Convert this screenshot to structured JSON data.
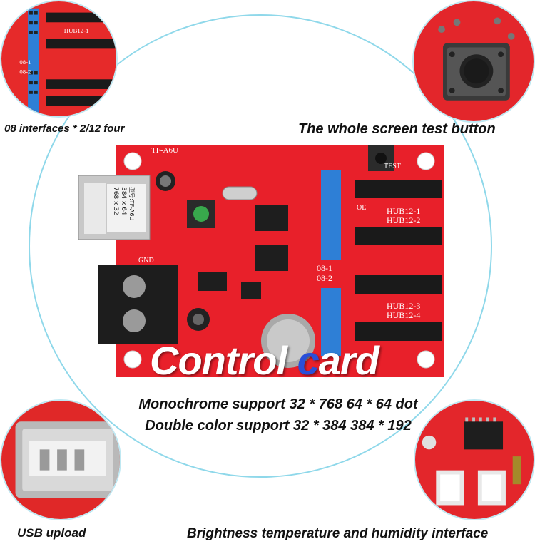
{
  "captions": {
    "top_left": "08 interfaces * 2/12 four",
    "top_right": "The whole screen test button",
    "bottom_left": "USB  upload",
    "bottom_right": "Brightness temperature and humidity interface"
  },
  "title": {
    "part1": "Control ",
    "part2": "c",
    "part3": "ard"
  },
  "specs": [
    "Monochrome support 32 * 768 64 * 64 dot",
    "Double color support 32 * 384 384 * 192"
  ],
  "board_labels": {
    "model": "TF-A6U",
    "sticker_line1": "768 x 32",
    "sticker_line2": "384 x 64",
    "sticker_line3": "型号:TF-A6U",
    "hub1": "HUB12-1",
    "hub2": "HUB12-2",
    "hub3": "HUB12-3",
    "hub4": "HUB12-4",
    "p08_1": "08-1",
    "p08_2": "08-2",
    "test": "TEST",
    "gnd": "GND",
    "oe": "OE"
  },
  "colors": {
    "pcb": "#e8202a",
    "header_blue": "#2e7fd6",
    "ring": "#8fd8ea",
    "accent_text": "#2a4fd8"
  }
}
